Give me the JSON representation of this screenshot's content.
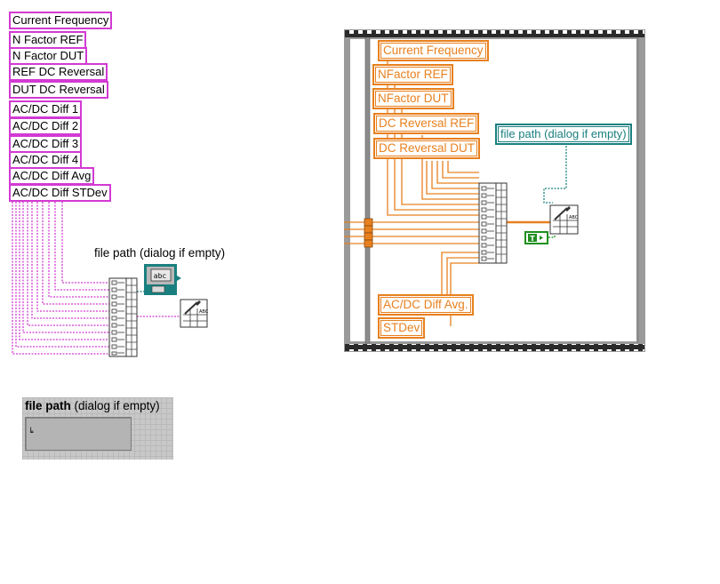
{
  "left_diagram": {
    "labels": [
      "Current Frequency",
      "N Factor REF",
      "N Factor DUT",
      "REF DC Reversal",
      "DUT DC Reversal",
      "AC/DC Diff 1",
      "AC/DC Diff 2",
      "AC/DC Diff 3",
      "AC/DC Diff 4",
      "AC/DC Diff Avg",
      "AC/DC Diff STDev"
    ],
    "control_label": "file path (dialog if empty)",
    "control_glyph": "abc"
  },
  "right_diagram": {
    "top_labels": [
      "Current Frequency",
      "NFactor REF",
      "NFactor DUT",
      "DC Reversal REF",
      "DC Reversal DUT"
    ],
    "bottom_labels": [
      "AC/DC Diff Avg.",
      "STDev"
    ],
    "path_indicator": "file path (dialog if empty)",
    "boolean_constant": "T"
  },
  "front_panel": {
    "caption_bold": "file path",
    "caption_rest": "(dialog if empty)"
  },
  "colors": {
    "pink_wire": "#d23ad2",
    "orange_wire": "#e8801e",
    "teal_wire": "#1a7f7f",
    "loop_frame": "#8c8c8c",
    "boolean_green": "#1f8f1f"
  }
}
